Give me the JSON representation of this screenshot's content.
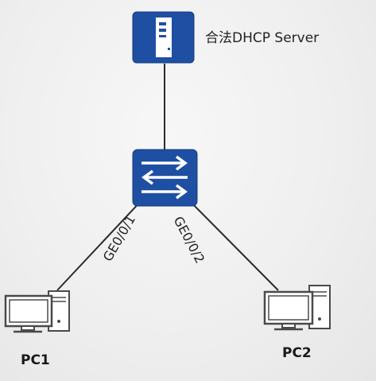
{
  "nodes": {
    "server": {
      "label": "合法DHCP Server",
      "icon": "server-icon"
    },
    "switch": {
      "icon": "switch-icon"
    },
    "pc1": {
      "label": "PC1",
      "icon": "desktop-computer-icon"
    },
    "pc2": {
      "label": "PC2",
      "icon": "desktop-computer-icon"
    }
  },
  "links": {
    "switch_pc1_port": "GE0/0/1",
    "switch_pc2_port": "GE0/0/2"
  },
  "colors": {
    "device_blue": "#1e4fa3",
    "link_line": "#2a2a2a",
    "background": "#f1f1f1"
  }
}
